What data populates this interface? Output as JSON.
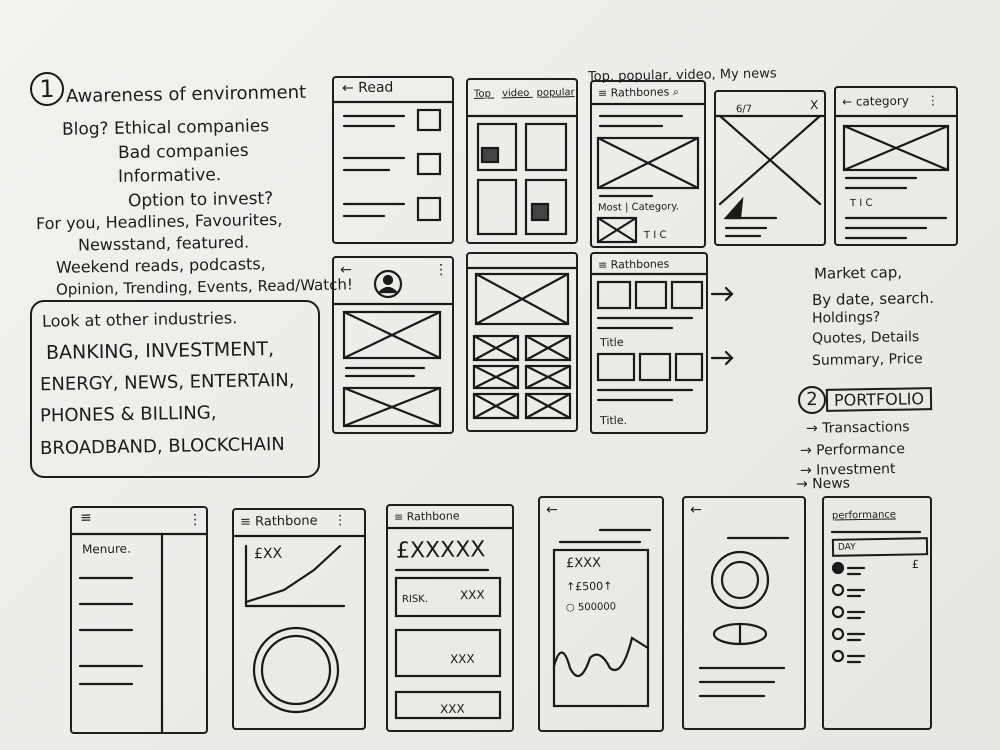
{
  "notes": {
    "awareness": {
      "number": "1",
      "title": "Awareness of environment",
      "lines": [
        "Blog? Ethical companies",
        "Bad companies",
        "Informative.",
        "Option to invest?"
      ],
      "for_you": [
        "For you, Headlines, Favourites,",
        "Newsstand, featured.",
        "Weekend reads, podcasts,",
        "Opinion, Trending, Events, Read/Watch!"
      ]
    },
    "industries": {
      "intro": "Look at other industries.",
      "lines": [
        "BANKING, INVESTMENT,",
        "ENERGY, NEWS, ENTERTAIN,",
        "PHONES & BILLING,",
        "BROADBAND, BLOCKCHAIN"
      ]
    },
    "market": [
      "Market cap,",
      "By date, search.",
      "Holdings?",
      "Quotes, Details",
      "Summary, Price"
    ],
    "portfolio": {
      "number": "2",
      "title": "PORTFOLIO",
      "items": [
        "→ Transactions",
        "→ Performance",
        "→ Investment",
        "→ News"
      ]
    },
    "tabs_annotation": "Top, popular, video, My news"
  },
  "sketches": {
    "read": {
      "label": "Read"
    },
    "tabs": {
      "labels": [
        "Top",
        "video",
        "popular"
      ]
    },
    "rathbones_1": {
      "label": "Rathbones",
      "sub": "Most | Category.",
      "tic": "T I C"
    },
    "player": {
      "counter": "6/7",
      "close": "X"
    },
    "category": {
      "label": "category",
      "tic": "T I C"
    },
    "rathbones_list": {
      "label": "Rathbones",
      "title1": "Title",
      "title2": "Title."
    },
    "menu": {
      "label": "Menure."
    },
    "rathbone_chart": {
      "label": "Rathbone",
      "value": "£XX"
    },
    "rathbone_balance": {
      "label": "Rathbone",
      "amount": "£XXXXX",
      "risk": "RISK.",
      "xxx": [
        "XXX",
        "XXX",
        "XXX"
      ]
    },
    "detail_chart": {
      "value": "£XXX",
      "change": "↑£500↑",
      "period": "500000"
    },
    "performance": {
      "label": "performance",
      "day": "DAY",
      "currency": "£"
    }
  },
  "icons": [
    "back-arrow-icon",
    "menu-icon",
    "more-vertical-icon",
    "search-icon",
    "close-icon",
    "avatar-icon",
    "play-icon"
  ]
}
